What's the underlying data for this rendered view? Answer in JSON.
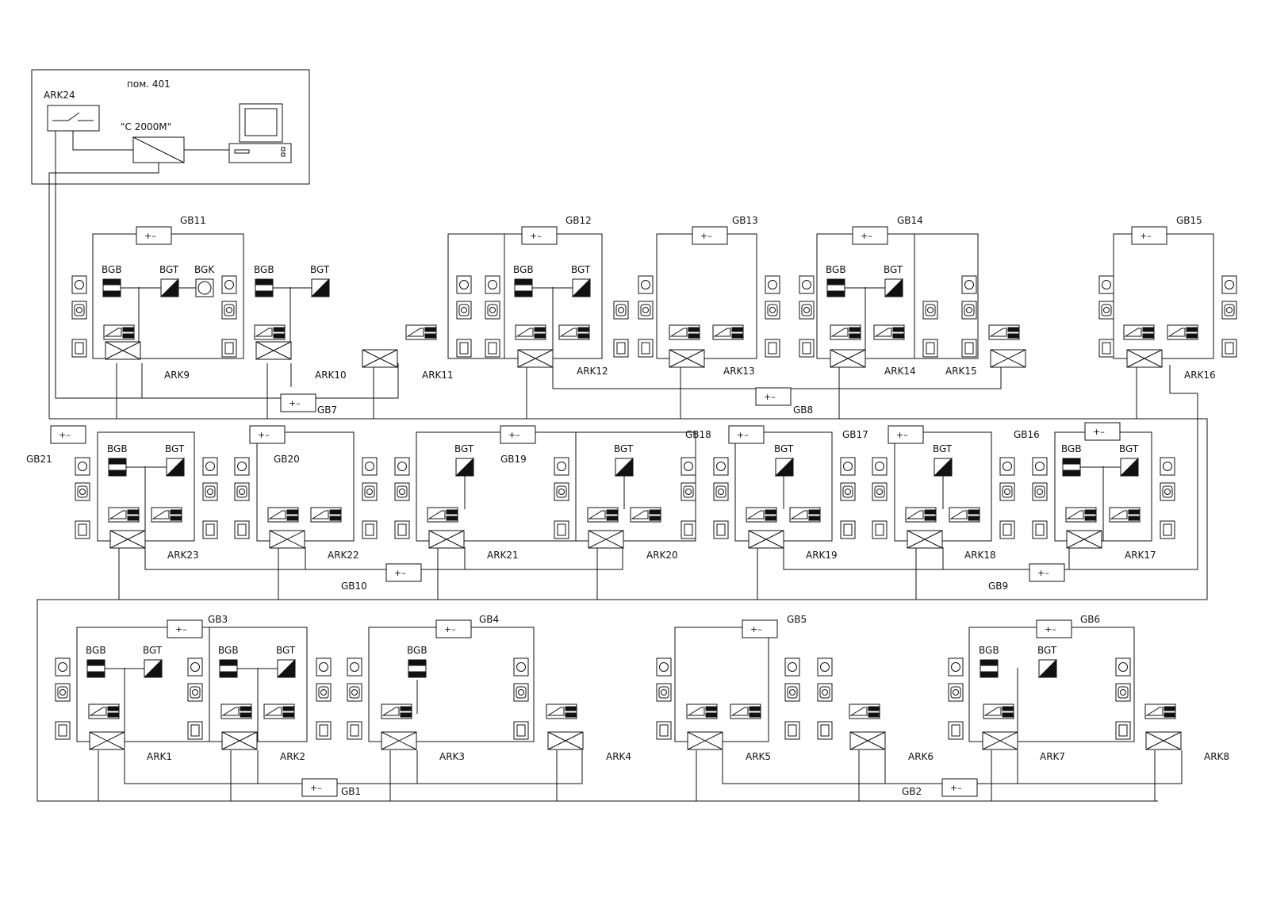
{
  "colors": {
    "ink": "#111111",
    "paper": "#ffffff"
  },
  "room": {
    "label": "пом. 401"
  },
  "controller": {
    "label": "\"С 2000М\""
  },
  "ark24": {
    "label": "ARK24"
  },
  "battery_symbol": "+–",
  "ark_labels": {
    "ARK1": "ARK1",
    "ARK2": "ARK2",
    "ARK3": "ARK3",
    "ARK4": "ARK4",
    "ARK5": "ARK5",
    "ARK6": "ARK6",
    "ARK7": "ARK7",
    "ARK8": "ARK8",
    "ARK9": "ARK9",
    "ARK10": "ARK10",
    "ARK11": "ARK11",
    "ARK12": "ARK12",
    "ARK13": "ARK13",
    "ARK14": "ARK14",
    "ARK15": "ARK15",
    "ARK16": "ARK16",
    "ARK17": "ARK17",
    "ARK18": "ARK18",
    "ARK19": "ARK19",
    "ARK20": "ARK20",
    "ARK21": "ARK21",
    "ARK22": "ARK22",
    "ARK23": "ARK23"
  },
  "gb_labels": {
    "GB1": "GB1",
    "GB2": "GB2",
    "GB3": "GB3",
    "GB4": "GB4",
    "GB5": "GB5",
    "GB6": "GB6",
    "GB7": "GB7",
    "GB8": "GB8",
    "GB9": "GB9",
    "GB10": "GB10",
    "GB11": "GB11",
    "GB12": "GB12",
    "GB13": "GB13",
    "GB14": "GB14",
    "GB15": "GB15",
    "GB16": "GB16",
    "GB17": "GB17",
    "GB18": "GB18",
    "GB19": "GB19",
    "GB20": "GB20",
    "GB21": "GB21"
  },
  "detector_labels": {
    "bgb": "BGB",
    "bgt": "BGT",
    "bgk": "BGK"
  }
}
